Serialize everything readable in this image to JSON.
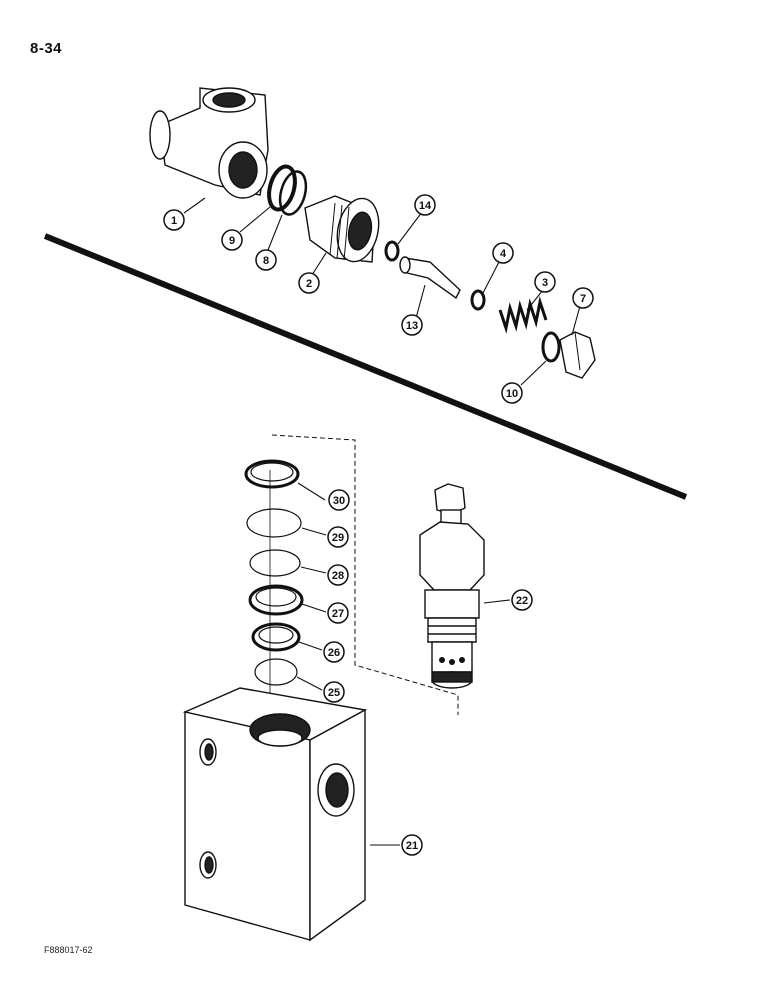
{
  "page_number": "8-34",
  "figure_code": "F888017-62",
  "callouts": {
    "c1": "1",
    "c2": "2",
    "c3": "3",
    "c4": "4",
    "c7": "7",
    "c8": "8",
    "c9": "9",
    "c10": "10",
    "c13": "13",
    "c14": "14",
    "c21": "21",
    "c22": "22",
    "c25": "25",
    "c26": "26",
    "c27": "27",
    "c28": "28",
    "c29": "29",
    "c30": "30"
  }
}
